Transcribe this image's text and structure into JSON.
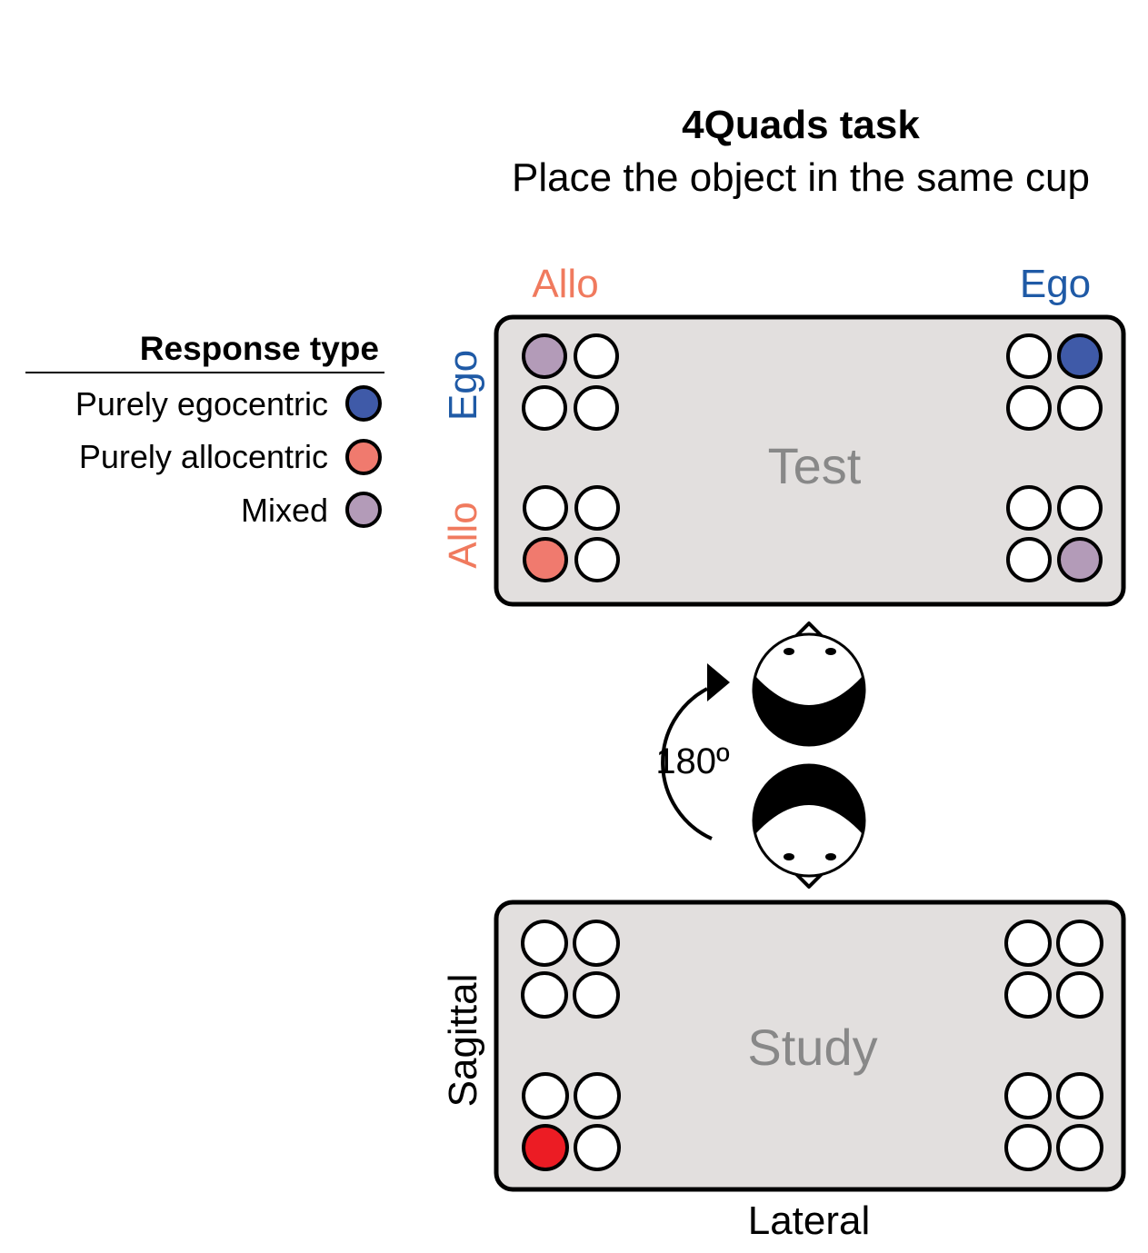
{
  "header": {
    "title": "4Quads task",
    "subtitle": "Place the object in the same cup"
  },
  "legend": {
    "title": "Response type",
    "items": [
      {
        "label": "Purely egocentric",
        "color": "#3f5aa8"
      },
      {
        "label": "Purely allocentric",
        "color": "#f07a6e"
      },
      {
        "label": "Mixed",
        "color": "#b39bb8"
      }
    ]
  },
  "test_panel": {
    "label": "Test",
    "column_labels": {
      "left": "Allo",
      "right": "Ego"
    },
    "row_labels": {
      "top": "Ego",
      "bottom": "Allo"
    },
    "filled_cups": [
      {
        "quadrant": "top-left",
        "cup": "top-left",
        "response": "Mixed"
      },
      {
        "quadrant": "top-right",
        "cup": "top-right",
        "response": "Purely egocentric"
      },
      {
        "quadrant": "bottom-left",
        "cup": "bottom-left",
        "response": "Purely allocentric"
      },
      {
        "quadrant": "bottom-right",
        "cup": "bottom-right",
        "response": "Mixed"
      }
    ]
  },
  "study_panel": {
    "label": "Study",
    "axis_vertical": "Sagittal",
    "axis_horizontal": "Lateral",
    "filled_cups": [
      {
        "quadrant": "bottom-left",
        "cup": "bottom-left",
        "color": "#ec1c24"
      }
    ]
  },
  "rotation": {
    "label": "180º"
  },
  "colors": {
    "allo": "#f07a5e",
    "ego": "#1f5aa6",
    "panel_fill": "#e2dfde",
    "panel_label": "#888888",
    "study_target": "#ec1c24"
  },
  "icons": [
    "head-top-view-icon",
    "rotation-arrow-icon",
    "cup-icon"
  ]
}
